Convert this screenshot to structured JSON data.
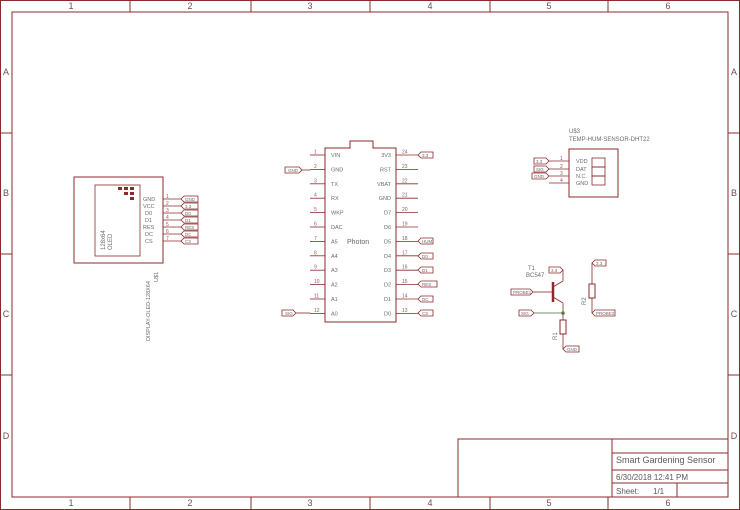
{
  "frame": {
    "columns": [
      "1",
      "2",
      "3",
      "4",
      "5",
      "6"
    ],
    "rows": [
      "A",
      "B",
      "C",
      "D"
    ]
  },
  "oled": {
    "name": "U$1",
    "value": "DISPLAY-OLED-128X64",
    "label": "128x64",
    "label2": "OLED",
    "pins": [
      {
        "num": "1",
        "name": "GND",
        "net": "GND"
      },
      {
        "num": "2",
        "name": "VCC",
        "net": "3.3"
      },
      {
        "num": "3",
        "name": "D0",
        "net": "D0"
      },
      {
        "num": "4",
        "name": "D1",
        "net": "D1"
      },
      {
        "num": "5",
        "name": "RES",
        "net": "RES"
      },
      {
        "num": "6",
        "name": "DC",
        "net": "DC"
      },
      {
        "num": "7",
        "name": "CS",
        "net": "CS"
      }
    ]
  },
  "photon": {
    "label": "Photon",
    "left_pins": [
      {
        "num": "1",
        "name": "VIN"
      },
      {
        "num": "2",
        "name": "GND"
      },
      {
        "num": "3",
        "name": "TX"
      },
      {
        "num": "4",
        "name": "RX"
      },
      {
        "num": "5",
        "name": "WKP"
      },
      {
        "num": "6",
        "name": "DAC"
      },
      {
        "num": "7",
        "name": "A5"
      },
      {
        "num": "8",
        "name": "A4"
      },
      {
        "num": "9",
        "name": "A3"
      },
      {
        "num": "10",
        "name": "A2"
      },
      {
        "num": "11",
        "name": "A1"
      },
      {
        "num": "12",
        "name": "A0"
      }
    ],
    "right_pins": [
      {
        "num": "24",
        "name": "3V3"
      },
      {
        "num": "23",
        "name": "RST"
      },
      {
        "num": "22",
        "name": "VBAT"
      },
      {
        "num": "21",
        "name": "GND"
      },
      {
        "num": "20",
        "name": "D7"
      },
      {
        "num": "19",
        "name": "D6"
      },
      {
        "num": "18",
        "name": "D5"
      },
      {
        "num": "17",
        "name": "D4"
      },
      {
        "num": "16",
        "name": "D3"
      },
      {
        "num": "15",
        "name": "D2"
      },
      {
        "num": "14",
        "name": "D1"
      },
      {
        "num": "13",
        "name": "D0"
      }
    ],
    "left_tags": {
      "gnd": "GND",
      "a0": "SIG"
    },
    "right_tags": {
      "p24": "3.3",
      "p18": "HUM",
      "p17": "D0",
      "p16": "D1",
      "p15": "RES",
      "p14": "DC",
      "p13": "CS"
    }
  },
  "dht": {
    "name": "U$3",
    "value": "TEMP-HUM-SENSOR-DHT22",
    "pins": [
      {
        "num": "1",
        "name": "VDD",
        "net": "3.3"
      },
      {
        "num": "2",
        "name": "DAT",
        "net": "SIG"
      },
      {
        "num": "3",
        "name": "N.C.",
        "net": ""
      },
      {
        "num": "4",
        "name": "GND",
        "net": "GND"
      }
    ]
  },
  "transistor": {
    "name": "T1",
    "value": "BC547",
    "tag_top": "3.3"
  },
  "r1": {
    "name": "R1",
    "tag_bottom": "GND"
  },
  "r2": {
    "name": "R2",
    "tag_top": "3.3",
    "tag_probe": "PROBE2"
  },
  "probe1": "PROBE1",
  "sig_tag": "SIG",
  "title_block": {
    "title": "Smart Gardening Sensor",
    "date": "6/30/2018 12:41 PM",
    "sheet_label": "Sheet:",
    "sheet_value": "1/1"
  }
}
